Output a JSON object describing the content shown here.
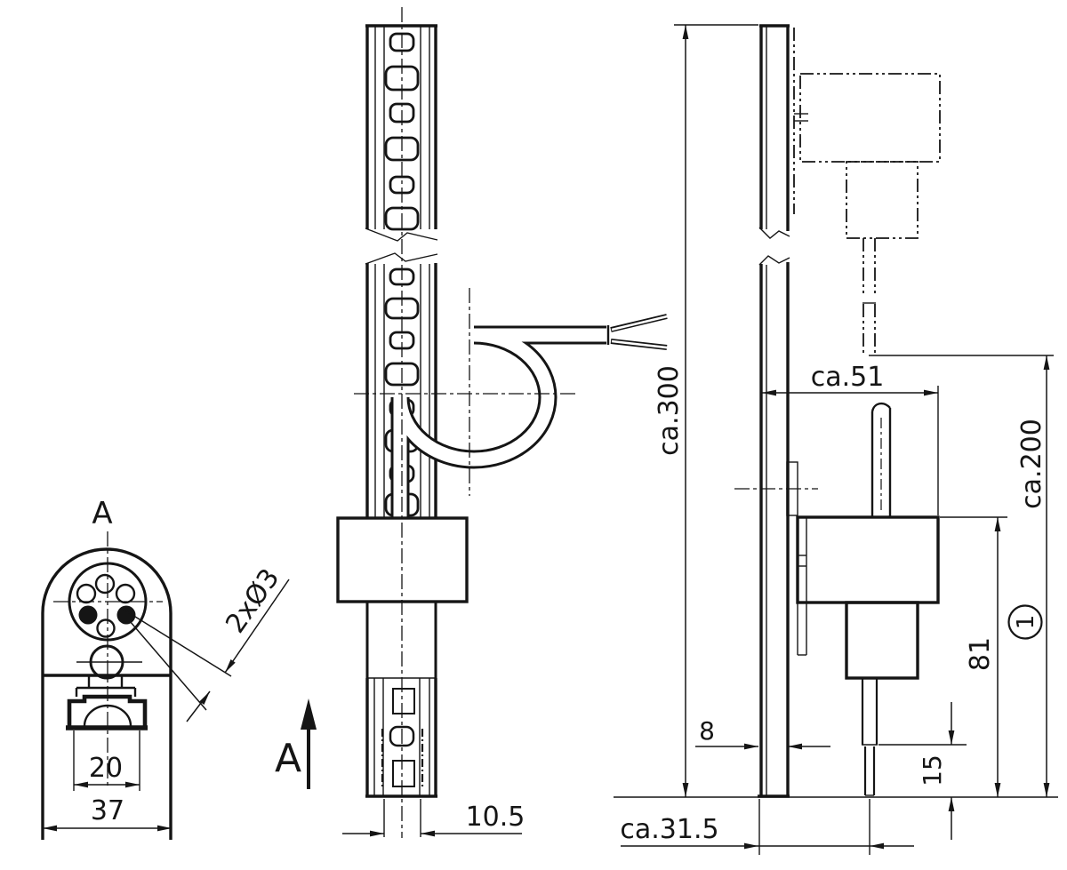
{
  "drawing": {
    "background": "#ffffff",
    "line_color": "#151515",
    "end_view": {
      "view_label": "A",
      "dim_contact_width": "20",
      "dim_body_width": "37",
      "dim_holes": "2xØ3"
    },
    "front_view": {
      "dim_rail_slot_width": "10.5",
      "view_direction_label": "A"
    },
    "side_view": {
      "dim_overall_length": "ca.300",
      "dim_holder_depth": "ca.51",
      "dim_cable_length": "ca.200",
      "dim_holder_height": "81",
      "dim_pin_length": "15",
      "dim_rail_thickness": "8",
      "dim_pin_offset": "ca.31.5",
      "callout_number": "1"
    }
  }
}
